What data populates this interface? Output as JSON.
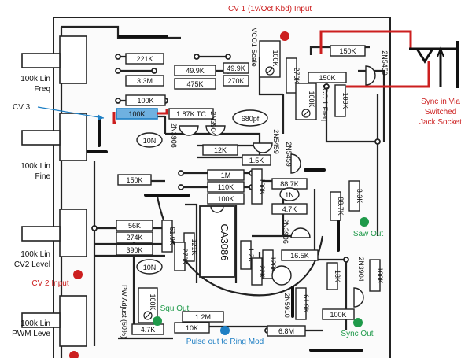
{
  "annotations": {
    "cv1_input": "CV 1 (1v/Oct Kbd) Input",
    "cv3": "CV 3",
    "sync_note": [
      "Sync in Via",
      "Switched",
      "Jack Socket"
    ],
    "cv2_input": "CV 2 Input",
    "saw_out": "Saw Out",
    "squ_out": "Squ Out",
    "pulse_out": "Pulse out to Ring Mod",
    "sync_out": "Sync Out"
  },
  "pots": [
    {
      "l1": "100k Lin",
      "l2": "Freq"
    },
    {
      "l1": "100k Lin",
      "l2": "Fine"
    },
    {
      "l1": "100k Lin",
      "l2": "CV2 Level"
    },
    {
      "l1": "100k Lin",
      "l2": "PWM Leve"
    }
  ],
  "trimmers": {
    "vco1_scale": "VCO1 Scale",
    "vco1_freq": "VCO 1 Freq",
    "trim_100k": "100K",
    "pw_adjust": "PW Adjust (50%)"
  },
  "resistors": {
    "r221k": "221K",
    "r33m": "3.3M",
    "r100k_a": "100K",
    "r100k_cv3": "100K",
    "r499k_a": "49.9K",
    "r475k": "475K",
    "r187k": "1.87K TC",
    "r499k_b": "49.9K",
    "r270k_a": "270K",
    "r270k_b": "270K",
    "r150k_a": "150K",
    "r150k_b": "150K",
    "r100k_v": "100K",
    "r12k": "12K",
    "r15k": "1.5K",
    "r1m": "1M",
    "r110k": "110K",
    "r100k_b": "100K",
    "r150k_c": "150K",
    "r100k_c": "100K",
    "r887k": "88.7K",
    "r47k_a": "4.7K",
    "r33k": "3.3K",
    "r887k_b": "88.7K",
    "r56k": "56K",
    "r274k": "274K",
    "r390k": "390K",
    "r619k_a": "61.9K",
    "r121k": "121K",
    "r270k_c": "270K",
    "r12k_b": "1.2K",
    "r120k": "120K",
    "r22k": "22K",
    "r165k": "16.5K",
    "r13k": "13K",
    "r100k_d": "100K",
    "r619k_b": "61.9K",
    "r12m": "1.2M",
    "r10k": "10K",
    "r47k_b": "4.7K",
    "r68m": "6.8M",
    "r100k_e": "100K",
    "r100k_f": "100K"
  },
  "caps": {
    "c10n_a": "10N",
    "c680pf": "680pf",
    "c1n": "1N",
    "c10n_b": "10N"
  },
  "transistors": {
    "q2n5459_a": "2N5459",
    "q2n3906_a": "2N3906",
    "q2n3904_a": "2N3904",
    "q2n5459_b": "2N5459",
    "q2n5459_c": "2N5459",
    "q2n3906_b": "2N3906",
    "q2n5910": "2N5910",
    "q2n3904_b": "2N3904"
  },
  "ic": "CA3086",
  "colors": {
    "red": "#cc1f1f",
    "blue_text": "#1e7fc4",
    "green": "#1f9a4a",
    "blue": "#1e7fc4",
    "trace": "#222222"
  }
}
